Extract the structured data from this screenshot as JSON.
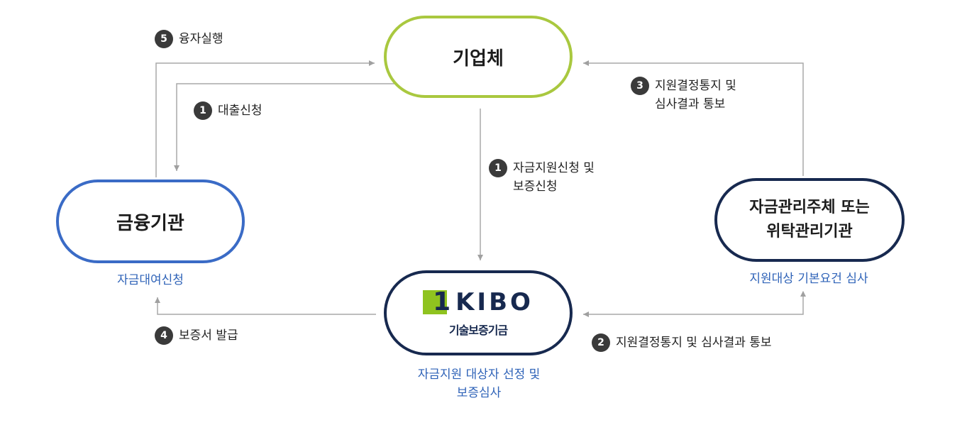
{
  "nodes": {
    "company": "기업체",
    "bank": "금융기관",
    "kibo_logo": "1KIBO",
    "kibo_name": "기술보증기금",
    "agency_line1": "자금관리주체 또는",
    "agency_line2": "위탁관리기관"
  },
  "captions": {
    "bank": "자금대여신청",
    "kibo_line1": "자금지원 대상자 선정 및",
    "kibo_line2": "보증심사",
    "agency": "지원대상 기본요건 심사"
  },
  "steps": [
    {
      "num": "5",
      "line1": "융자실행",
      "line2": ""
    },
    {
      "num": "1",
      "line1": "대출신청",
      "line2": ""
    },
    {
      "num": "1",
      "line1": "자금지원신청 및",
      "line2": "보증신청"
    },
    {
      "num": "3",
      "line1": "지원결정통지 및",
      "line2": "심사결과 통보"
    },
    {
      "num": "4",
      "line1": "보증서 발급",
      "line2": ""
    },
    {
      "num": "2",
      "line1": "지원결정통지 및 심사결과 통보",
      "line2": ""
    }
  ],
  "colors": {
    "company_border": "#a9c83f",
    "bank_border": "#3a6bc6",
    "kibo_border": "#17294f",
    "caption_text": "#2f63b8",
    "arrow": "#a0a0a0",
    "badge": "#3a3a3a"
  }
}
